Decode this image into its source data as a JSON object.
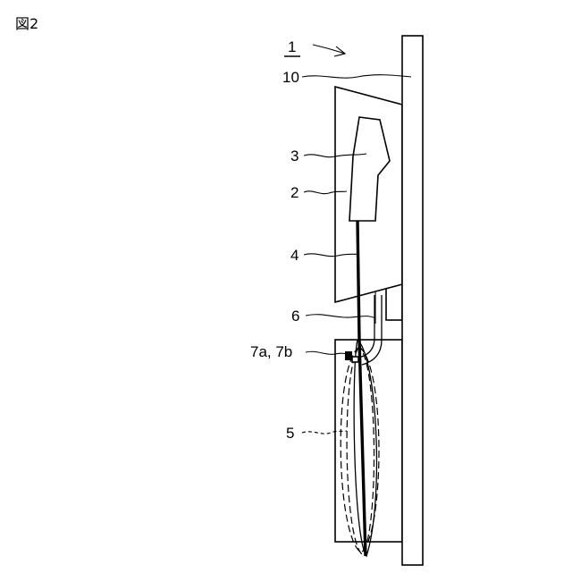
{
  "figure": {
    "title": "図2"
  },
  "labels": {
    "assembly": "1",
    "panel": "10",
    "connector": "3",
    "holder": "2",
    "cable": "4",
    "guide": "6",
    "clips": "7a, 7b",
    "slack_loop": "5"
  },
  "colors": {
    "line": "#000000",
    "background": "#ffffff"
  }
}
